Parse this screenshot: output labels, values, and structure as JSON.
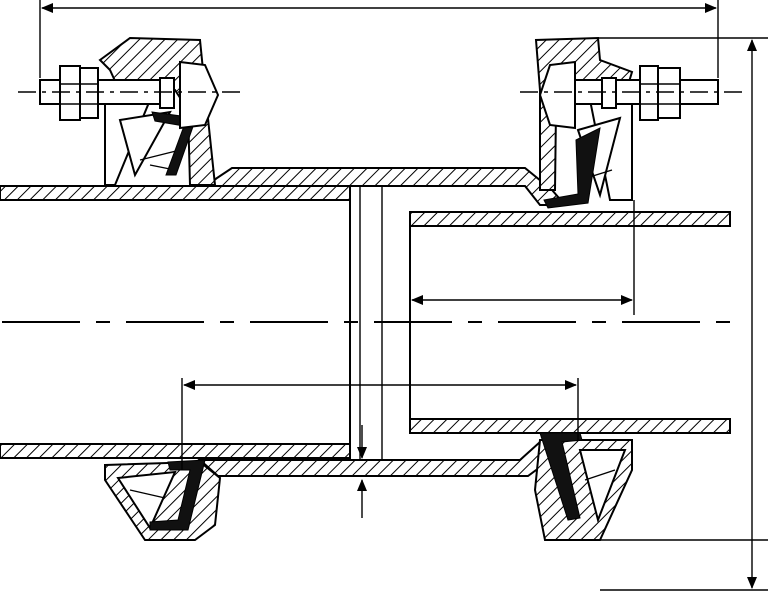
{
  "drawing": {
    "domain": "Diagram",
    "colors": {
      "line": "#000000",
      "background": "#ffffff",
      "seal": "#111111"
    },
    "parts": [
      "left-pipe",
      "right-pipe",
      "coupling-sleeve",
      "left-flange",
      "right-flange",
      "left-bolt",
      "right-bolt",
      "gaskets",
      "dimension-lines"
    ],
    "icons": [
      "arrowhead",
      "hex-nut",
      "gasket-seal"
    ]
  }
}
